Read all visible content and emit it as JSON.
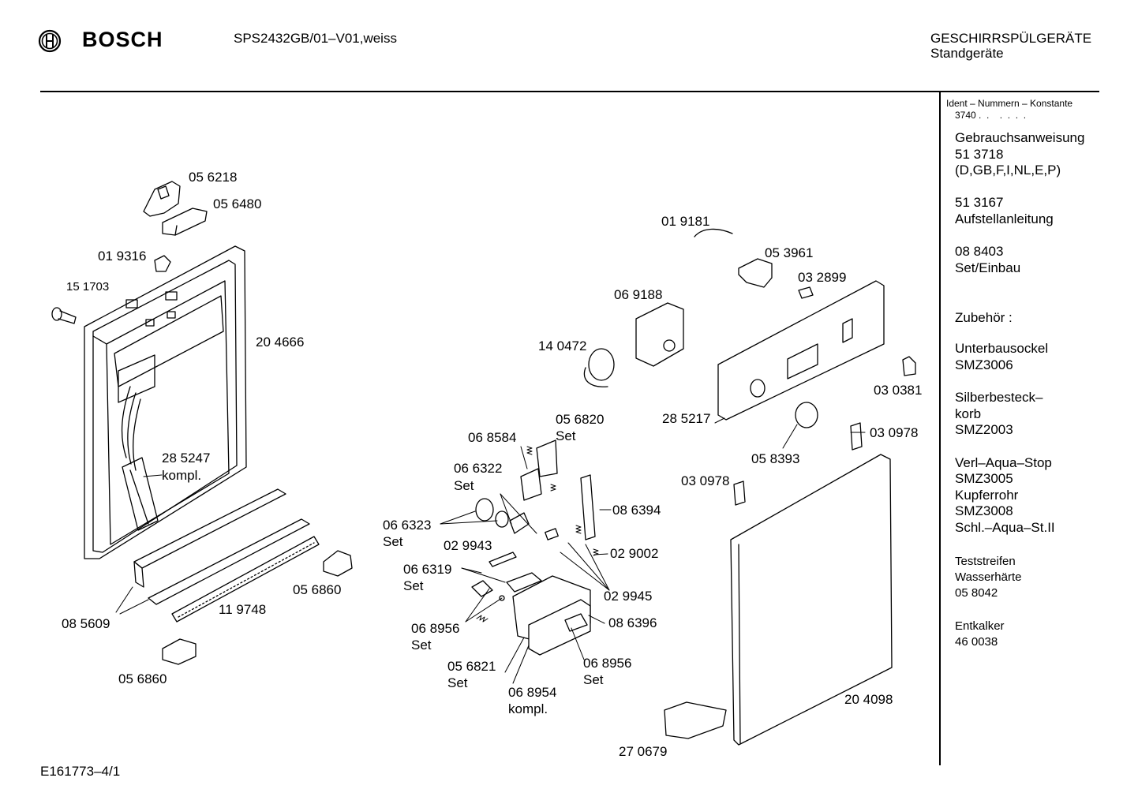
{
  "header": {
    "brand": "BOSCH",
    "model": "SPS2432GB/01–V01,weiss",
    "category_line1": "GESCHIRRSPÜLGERÄTE",
    "category_line2": "Standgeräte"
  },
  "footer": {
    "drawing_id": "E161773–4/1"
  },
  "sidebar": {
    "ident_title": "Ident – Nummern – Konstante",
    "ident_value": "3740 .  .    .  .  .  .",
    "manual_label": "Gebrauchsanweisung",
    "manual_number": "51 3718",
    "manual_langs": "(D,GB,F,I,NL,E,P)",
    "setup_number": "51 3167",
    "setup_label": "Aufstellanleitung",
    "install_number": "08 8403",
    "install_label": "Set/Einbau",
    "accessories_label": "Zubehör :",
    "acc1_name": "Unterbausockel",
    "acc1_code": "SMZ3006",
    "acc2_name1": "Silberbesteck–",
    "acc2_name2": "korb",
    "acc2_code": "SMZ2003",
    "acc3_name": "Verl–Aqua–Stop",
    "acc3_code": "SMZ3005",
    "acc4_name": "Kupferrohr",
    "acc4_code": "SMZ3008",
    "acc5_name": "Schl.–Aqua–St.II",
    "test_label1": "Teststreifen",
    "test_label2": "Wasserhärte",
    "test_code": "05 8042",
    "descaler_label": "Entkalker",
    "descaler_code": "46 0038"
  },
  "parts": {
    "p056218": "05 6218",
    "p056480": "05 6480",
    "p019316": "01 9316",
    "p151703": "15 1703",
    "p204666": "20 4666",
    "p285247": "28 5247",
    "kompl_1": "kompl.",
    "p085609": "08 5609",
    "p119748": "11 9748",
    "p056860a": "05 6860",
    "p056860b": "05 6860",
    "p019181": "01 9181",
    "p053961": "05 3961",
    "p032899": "03 2899",
    "p069188": "06 9188",
    "p140472": "14 0472",
    "p030381": "03 0381",
    "p285217": "28 5217",
    "p030978a": "03 0978",
    "p058393": "05 8393",
    "p030978b": "03 0978",
    "p056820": "05 6820",
    "set_056820": "Set",
    "p068584": "06 8584",
    "p066322": "06 6322",
    "set_066322": "Set",
    "p066323": "06 6323",
    "set_066323": "Set",
    "p086394": "08 6394",
    "p029943": "02 9943",
    "p029002": "02 9002",
    "p066319": "06 6319",
    "set_066319": "Set",
    "p029945": "02 9945",
    "p068956a": "06 8956",
    "set_068956a": "Set",
    "p086396": "08 6396",
    "p056821": "05 6821",
    "set_056821": "Set",
    "p068956b": "06 8956",
    "set_068956b": "Set",
    "p068954": "06 8954",
    "kompl_2": "kompl.",
    "p204098": "20 4098",
    "p270679": "27 0679"
  }
}
